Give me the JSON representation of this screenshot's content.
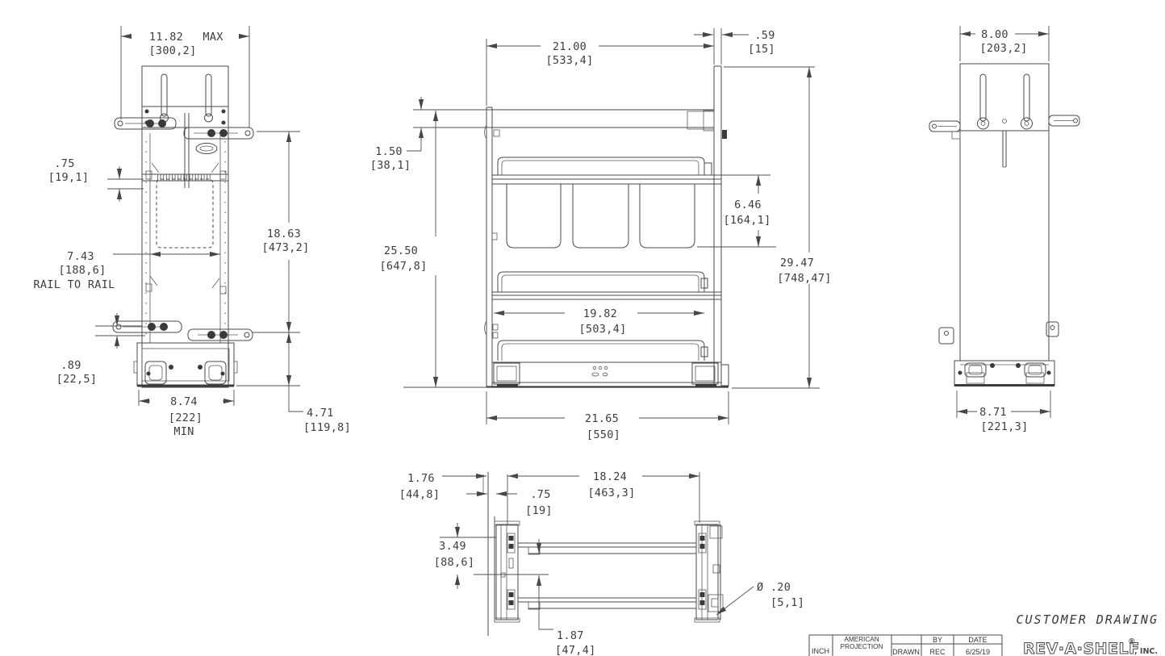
{
  "page": {
    "title": "CUSTOMER DRAWING"
  },
  "plan_view": {
    "width_max": "11.82",
    "width_max_note": "MAX",
    "width_max_mm": "[300,2]",
    "top_offset": ".75",
    "top_offset_mm": "[19,1]",
    "rail_span": "7.43",
    "rail_span_mm": "[188,6]",
    "rail_span_note": "RAIL TO RAIL",
    "mount_height": "18.63",
    "mount_height_mm": "[473,2]",
    "arm_offset": ".89",
    "arm_offset_mm": "[22,5]",
    "width_min": "8.74",
    "width_min_mm": "[222]",
    "width_min_note": "MIN",
    "base_height": "4.71",
    "base_height_mm": "[119,8]"
  },
  "side_view": {
    "depth": "21.00",
    "depth_mm": "[533,4]",
    "door_thickness": ".59",
    "door_thickness_mm": "[15]",
    "top_clearance": "1.50",
    "top_clearance_mm": "[38,1]",
    "frame_height": "25.50",
    "frame_height_mm": "[647,8]",
    "bin_height": "6.46",
    "bin_height_mm": "[164,1]",
    "overall_height": "29.47",
    "overall_height_mm": "[748,47]",
    "rail_length": "19.82",
    "rail_length_mm": "[503,4]",
    "overall_depth": "21.65",
    "overall_depth_mm": "[550]"
  },
  "front_view": {
    "width": "8.00",
    "width_mm": "[203,2]",
    "base_width": "8.71",
    "base_width_mm": "[221,3]"
  },
  "base_view": {
    "front_offset": "1.76",
    "front_offset_mm": "[44,8]",
    "slide_length": "18.24",
    "slide_length_mm": "[463,3]",
    "panel_offset": ".75",
    "panel_offset_mm": "[19]",
    "bracket_span": "3.49",
    "bracket_span_mm": "[88,6]",
    "rail_gap": "1.87",
    "rail_gap_mm": "[47,4]",
    "hole_diameter": "Ø .20",
    "hole_diameter_mm": "[5,1]"
  },
  "title_block": {
    "units": "INCH",
    "projection_line1": "AMERICAN",
    "projection_line2": "PROJECTION",
    "drawn_label": "DRAWN",
    "by_label": "BY",
    "date_label": "DATE",
    "drawn_by": "REC",
    "drawn_date": "6/25/19",
    "company": "REV·A·SHELF",
    "company_reg": "®",
    "company_suffix": ", INC."
  }
}
